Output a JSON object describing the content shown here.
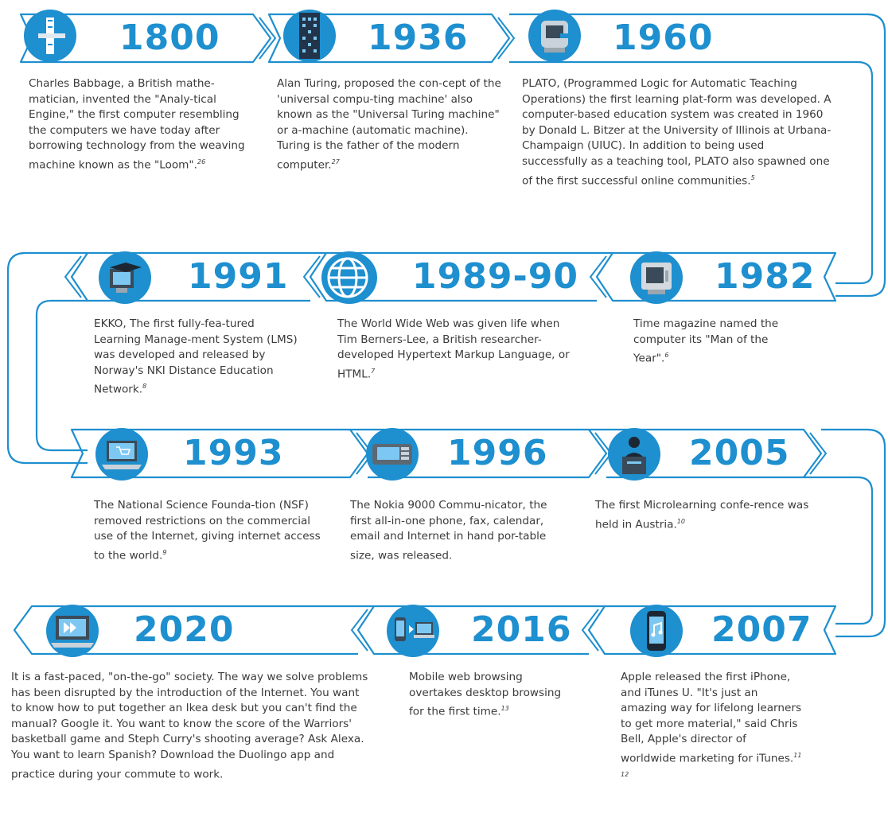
{
  "colors": {
    "accent": "#1e8fcf",
    "text": "#3a3a3a",
    "background": "#ffffff"
  },
  "events": [
    {
      "year": "1800",
      "icon": "loom-icon",
      "text": "Charles Babbage, a British mathe-matician, invented the \"Analy-tical Engine,\" the first computer resembling the computers we have today after borrowing technology from the weaving machine known as the \"Loom\".",
      "ref": "26"
    },
    {
      "year": "1936",
      "icon": "turing-machine-icon",
      "text": "Alan Turing, proposed the con-cept of the 'universal compu-ting machine' also known as the \"Universal Turing machine\" or a-machine (automatic machine). Turing is the father of the modern computer.",
      "ref": "27"
    },
    {
      "year": "1960",
      "icon": "plato-terminal-icon",
      "text": "PLATO, (Programmed Logic for Automatic Teaching Operations) the first learning plat-form was developed. A computer-based education system was created in 1960 by Donald L. Bitzer at the University of Illinois at Urbana-Champaign (UIUC). In addition to being used successfully as a teaching tool, PLATO also spawned one of the first successful online communities.",
      "ref": "5"
    },
    {
      "year": "1982",
      "icon": "computer-icon",
      "text": "Time magazine named the computer its \"Man of the Year\".",
      "ref": "6"
    },
    {
      "year": "1989-90",
      "icon": "globe-icon",
      "text": "The World Wide Web was given life when Tim Berners-Lee, a British researcher-developed Hypertext Markup Language, or HTML.",
      "ref": "7"
    },
    {
      "year": "1991",
      "icon": "graduation-computer-icon",
      "text": "EKKO, The first fully-fea-tured Learning Manage-ment System (LMS) was developed and released by Norway's NKI Distance Education Network.",
      "ref": "8"
    },
    {
      "year": "1993",
      "icon": "laptop-cart-icon",
      "text": "The National Science Founda-tion (NSF) removed restrictions on the commercial use of the Internet, giving internet access to the world.",
      "ref": "9"
    },
    {
      "year": "1996",
      "icon": "nokia-communicator-icon",
      "text": "The Nokia 9000 Commu-nicator, the first all-in-one phone, fax, calendar, email and Internet in hand por-table size, was released.",
      "ref": ""
    },
    {
      "year": "2005",
      "icon": "speaker-podium-icon",
      "text": "The first Microlearning confe-rence was held in Austria.",
      "ref": "10"
    },
    {
      "year": "2007",
      "icon": "iphone-music-icon",
      "text": "Apple released the first iPhone, and iTunes U. \"It's just an amazing way for lifelong learners to get more material,\" said Chris Bell, Apple's director of worldwide marketing for iTunes.",
      "ref": "11 12"
    },
    {
      "year": "2016",
      "icon": "phone-to-laptop-icon",
      "text": "Mobile web browsing overtakes desktop browsing for the first time.",
      "ref": "13"
    },
    {
      "year": "2020",
      "icon": "laptop-arrows-icon",
      "text": "It is a fast-paced, \"on-the-go\" society. The way we solve problems has been disrupted by the introduction of the Internet. You want to know how to put together an Ikea desk but you can't find the manual? Google it. You want to know the score of the Warriors' basketball game and Steph Curry's shooting average? Ask Alexa. You want to learn Spanish? Download the Duolingo app and practice during your commute to work.",
      "ref": ""
    }
  ]
}
